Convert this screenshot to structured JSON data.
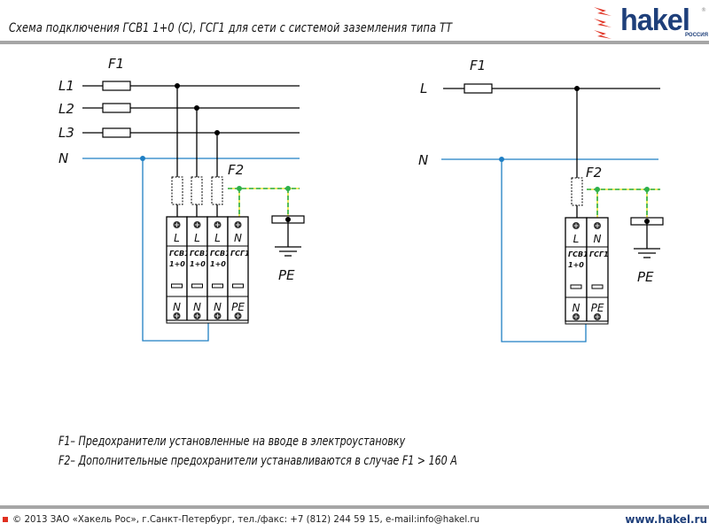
{
  "header": {
    "title": "Схема подключения ГСВ1 1+0 (C), ГСГ1 для сети с системой заземления типа ТТ",
    "logo": {
      "brand": "hakel",
      "sub": "РОССИЯ",
      "reg": "®",
      "icon": "lightning-bolts-icon",
      "brand_color": "#1e3f7a",
      "accent_color": "#e03020"
    }
  },
  "diagram_left": {
    "fuse_group_label": "F1",
    "phase_labels": [
      "L1",
      "L2",
      "L3"
    ],
    "neutral_label": "N",
    "extra_fuse_label": "F2",
    "pe_label": "PE",
    "modules": [
      {
        "top_terminal": "L",
        "name_line1": "ГСВ1",
        "name_line2": "1+0",
        "bottom_terminal": "N"
      },
      {
        "top_terminal": "L",
        "name_line1": "ГСВ1",
        "name_line2": "1+0",
        "bottom_terminal": "N"
      },
      {
        "top_terminal": "L",
        "name_line1": "ГСВ1",
        "name_line2": "1+0",
        "bottom_terminal": "N"
      },
      {
        "top_terminal": "N",
        "name_line1": "ГСГ1",
        "name_line2": "",
        "bottom_terminal": "PE"
      }
    ]
  },
  "diagram_right": {
    "fuse_label": "F1",
    "phase_label": "L",
    "neutral_label": "N",
    "extra_fuse_label": "F2",
    "pe_label": "PE",
    "modules": [
      {
        "top_terminal": "L",
        "name_line1": "ГСВ1",
        "name_line2": "1+0",
        "bottom_terminal": "N"
      },
      {
        "top_terminal": "N",
        "name_line1": "ГСГ1",
        "name_line2": "",
        "bottom_terminal": "PE"
      }
    ]
  },
  "colors": {
    "neutral_wire": "#1f7fc4",
    "pe_wire_green": "#2db04b",
    "pe_wire_yellow": "#e8e23a",
    "phase_wire": "#000000"
  },
  "notes": [
    "F1– Предохранители установленные на вводе в электроустановку",
    "F2– Дополнительные предохранители устанавливаются в случае F1 > 160 А"
  ],
  "footer": {
    "copyright": "© 2013 ЗАО «Хакель Рос», г.Санкт-Петербург, тел./факс: +7 (812) 244 59 15, e-mail:info@hakel.ru",
    "website": "www.hakel.ru"
  }
}
